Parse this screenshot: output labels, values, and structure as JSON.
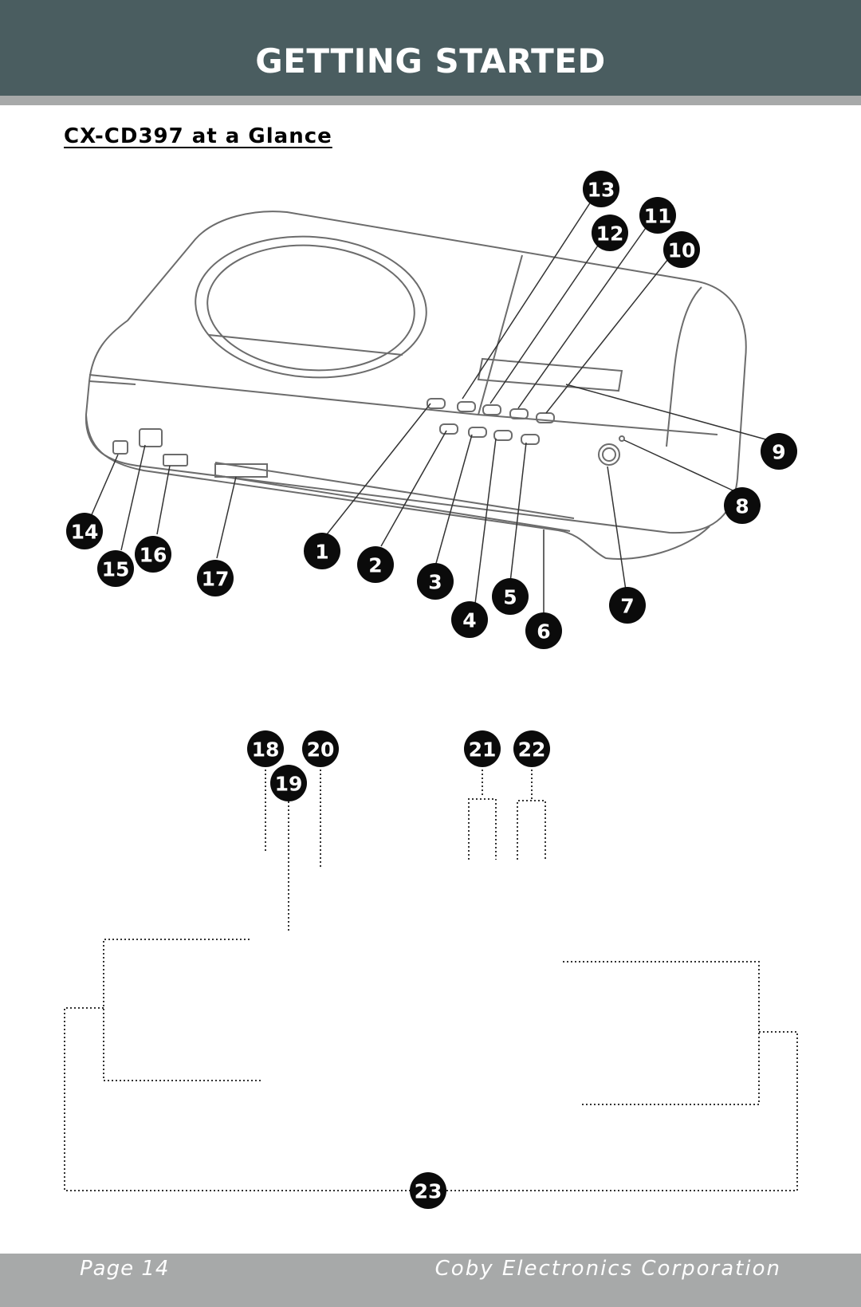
{
  "header": {
    "title": "GETTING STARTED"
  },
  "section": {
    "subtitle": "CX-CD397 at a Glance"
  },
  "callouts": [
    "1",
    "2",
    "3",
    "4",
    "5",
    "6",
    "7",
    "8",
    "9",
    "10",
    "11",
    "12",
    "13",
    "14",
    "15",
    "16",
    "17",
    "18",
    "19",
    "20",
    "21",
    "22",
    "23"
  ],
  "footer": {
    "page": "Page 14",
    "company": "Coby Electronics Corporation"
  },
  "colors": {
    "header_bg": "#4a5d60",
    "stripe": "#a7a9a9",
    "footer_bg": "#a7a9a9",
    "callout": "#0b0b0b"
  }
}
